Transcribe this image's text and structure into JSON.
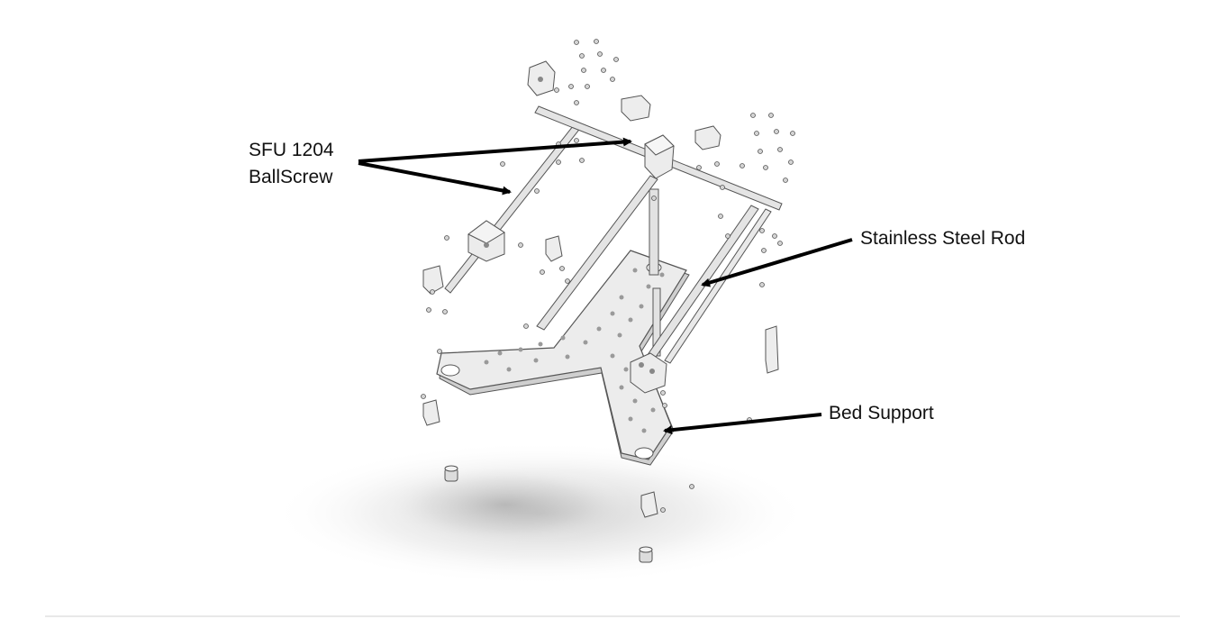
{
  "labels": {
    "ballscrew_line1": "SFU 1204",
    "ballscrew_line2": "BallScrew",
    "rod": "Stainless Steel Rod",
    "bed": "Bed Support"
  },
  "colors": {
    "part_fill": "#e6e6e6",
    "part_stroke": "#555555",
    "hole": "#8a8a8a",
    "arrow": "#000000",
    "shadow": "#bdbdbd"
  }
}
